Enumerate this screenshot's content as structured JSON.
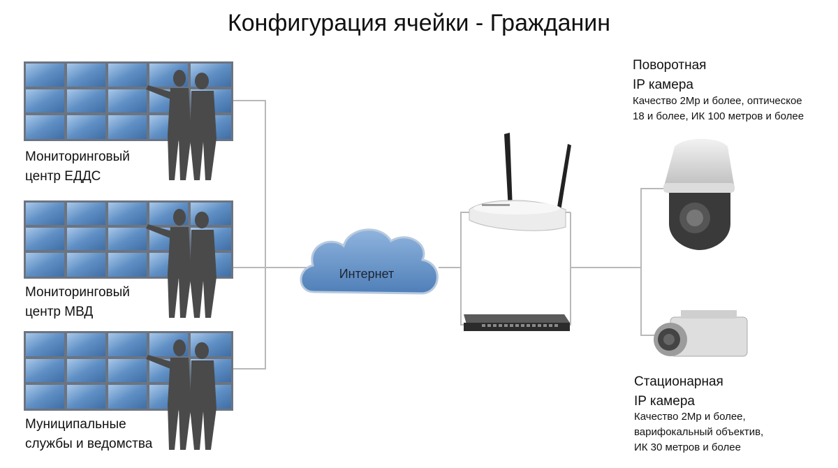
{
  "title": "Конфигурация ячейки - Гражданин",
  "centers": [
    {
      "label_line1": "Мониторинговый",
      "label_line2": "центр ЕДДС"
    },
    {
      "label_line1": "Мониторинговый",
      "label_line2": "центр МВД"
    },
    {
      "label_line1": "Муниципальные",
      "label_line2": "службы и ведомства"
    }
  ],
  "cloud": {
    "label": "Интернет"
  },
  "ptz_camera": {
    "name_line1": "Поворотная",
    "name_line2": "IP камера",
    "desc_line1": "Качество 2Mp и более, оптическое",
    "desc_line2": "18 и более, ИК 100 метров и более"
  },
  "fixed_camera": {
    "name_line1": "Стационарная",
    "name_line2": "IP камера",
    "desc_line1": "Качество 2Mp и более,",
    "desc_line2": "варифокальный объектив,",
    "desc_line3": "ИК 30 метров и более"
  },
  "colors": {
    "screen": "#5f8fc4",
    "screen_frame": "#6c7480",
    "silhouette": "#4a4a4a",
    "cloud": "#6d97c8",
    "line": "#b8b8b8"
  }
}
